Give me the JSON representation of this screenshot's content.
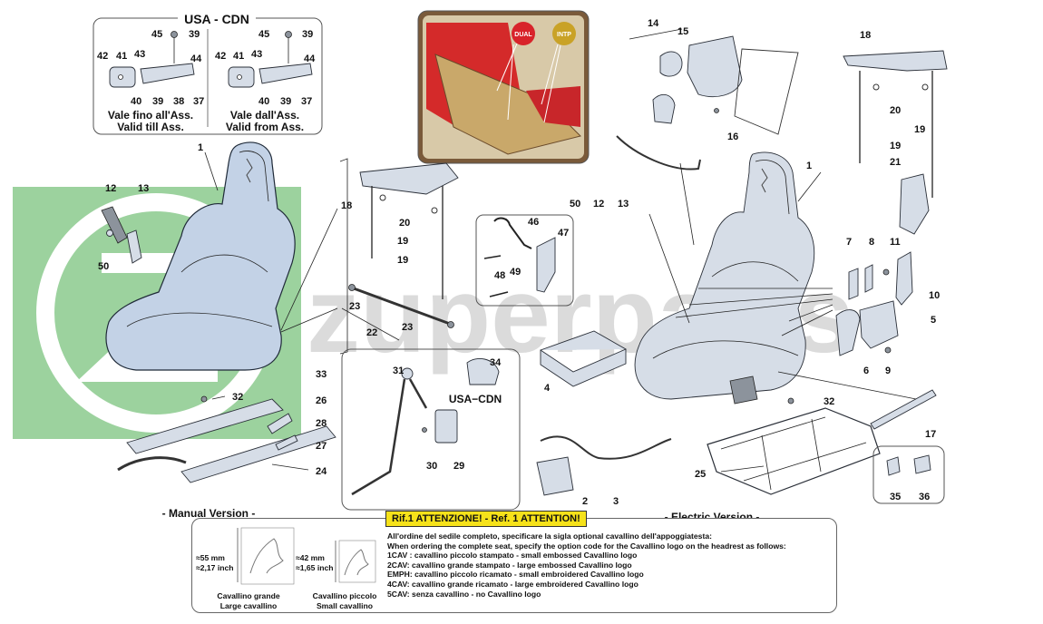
{
  "watermark": {
    "text": "zuperparts",
    "color": "#2e8b2e"
  },
  "insets": {
    "usa_cdn_title": "USA - CDN",
    "usa_cdn_label": "USA−CDN",
    "left_caption_it": "Vale fino all'Ass.",
    "left_caption_en": "Valid till Ass.",
    "right_caption_it": "Vale dall'Ass.",
    "right_caption_en": "Valid from Ass.",
    "photo_badges": [
      {
        "text": "DUAL",
        "color": "#d8232a"
      },
      {
        "text": "INTP",
        "color": "#c9a227"
      }
    ]
  },
  "versions": {
    "manual": "- Manual Version -",
    "electric": "- Electric Version -"
  },
  "callouts": [
    {
      "id": "c-45a",
      "text": "45"
    },
    {
      "id": "c-39a",
      "text": "39"
    },
    {
      "id": "c-44a",
      "text": "44"
    },
    {
      "id": "c-43a",
      "text": "43"
    },
    {
      "id": "c-42a",
      "text": "42"
    },
    {
      "id": "c-41a",
      "text": "41"
    },
    {
      "id": "c-40a",
      "text": "40"
    },
    {
      "id": "c-39b",
      "text": "39"
    },
    {
      "id": "c-38a",
      "text": "38"
    },
    {
      "id": "c-37a",
      "text": "37"
    },
    {
      "id": "c-45b",
      "text": "45"
    },
    {
      "id": "c-39c",
      "text": "39"
    },
    {
      "id": "c-44b",
      "text": "44"
    },
    {
      "id": "c-43b",
      "text": "43"
    },
    {
      "id": "c-42b",
      "text": "42"
    },
    {
      "id": "c-41b",
      "text": "41"
    },
    {
      "id": "c-40b",
      "text": "40"
    },
    {
      "id": "c-39d",
      "text": "39"
    },
    {
      "id": "c-37b",
      "text": "37"
    },
    {
      "id": "c-1a",
      "text": "1"
    },
    {
      "id": "c-12a",
      "text": "12"
    },
    {
      "id": "c-13a",
      "text": "13"
    },
    {
      "id": "c-50a",
      "text": "50"
    },
    {
      "id": "c-18a",
      "text": "18"
    },
    {
      "id": "c-20a",
      "text": "20"
    },
    {
      "id": "c-19a",
      "text": "19"
    },
    {
      "id": "c-19b",
      "text": "19"
    },
    {
      "id": "c-23a",
      "text": "23"
    },
    {
      "id": "c-22a",
      "text": "22"
    },
    {
      "id": "c-23b",
      "text": "23"
    },
    {
      "id": "c-33a",
      "text": "33"
    },
    {
      "id": "c-32a",
      "text": "32"
    },
    {
      "id": "c-26a",
      "text": "26"
    },
    {
      "id": "c-28a",
      "text": "28"
    },
    {
      "id": "c-27a",
      "text": "27"
    },
    {
      "id": "c-24a",
      "text": "24"
    },
    {
      "id": "c-31a",
      "text": "31"
    },
    {
      "id": "c-34a",
      "text": "34"
    },
    {
      "id": "c-30a",
      "text": "30"
    },
    {
      "id": "c-29a",
      "text": "29"
    },
    {
      "id": "c-46a",
      "text": "46"
    },
    {
      "id": "c-47a",
      "text": "47"
    },
    {
      "id": "c-48a",
      "text": "48"
    },
    {
      "id": "c-49a",
      "text": "49"
    },
    {
      "id": "c-14a",
      "text": "14"
    },
    {
      "id": "c-15a",
      "text": "15"
    },
    {
      "id": "c-16a",
      "text": "16"
    },
    {
      "id": "c-18b",
      "text": "18"
    },
    {
      "id": "c-20b",
      "text": "20"
    },
    {
      "id": "c-19c",
      "text": "19"
    },
    {
      "id": "c-19d",
      "text": "19"
    },
    {
      "id": "c-21a",
      "text": "21"
    },
    {
      "id": "c-1b",
      "text": "1"
    },
    {
      "id": "c-50b",
      "text": "50"
    },
    {
      "id": "c-12b",
      "text": "12"
    },
    {
      "id": "c-13b",
      "text": "13"
    },
    {
      "id": "c-7a",
      "text": "7"
    },
    {
      "id": "c-8a",
      "text": "8"
    },
    {
      "id": "c-11a",
      "text": "11"
    },
    {
      "id": "c-10a",
      "text": "10"
    },
    {
      "id": "c-5a",
      "text": "5"
    },
    {
      "id": "c-6a",
      "text": "6"
    },
    {
      "id": "c-9a",
      "text": "9"
    },
    {
      "id": "c-4a",
      "text": "4"
    },
    {
      "id": "c-32b",
      "text": "32"
    },
    {
      "id": "c-17a",
      "text": "17"
    },
    {
      "id": "c-25a",
      "text": "25"
    },
    {
      "id": "c-2a",
      "text": "2"
    },
    {
      "id": "c-3a",
      "text": "3"
    },
    {
      "id": "c-35a",
      "text": "35"
    },
    {
      "id": "c-36a",
      "text": "36"
    }
  ],
  "notice": {
    "title": "Rif.1 ATTENZIONE! - Ref. 1 ATTENTION!",
    "lines": [
      "All'ordine del sedile completo, specificare la sigla optional cavallino dell'appoggiatesta:",
      "When ordering the complete seat, specify the option code for the Cavallino logo on the headrest as follows:",
      "1CAV : cavallino piccolo stampato - small embossed Cavallino logo",
      "2CAV: cavallino grande stampato - large embossed Cavallino logo",
      "EMPH: cavallino piccolo ricamato - small embroidered Cavallino logo",
      "4CAV: cavallino grande ricamato - large embroidered Cavallino logo",
      "5CAV: senza cavallino - no Cavallino logo"
    ],
    "large_logo": {
      "dim_mm": "≈55 mm",
      "dim_in": "≈2,17 inch",
      "caption_it": "Cavallino grande",
      "caption_en": "Large cavallino"
    },
    "small_logo": {
      "dim_mm": "≈42 mm",
      "dim_in": "≈1,65 inch",
      "caption_it": "Cavallino piccolo",
      "caption_en": "Small cavallino"
    }
  }
}
